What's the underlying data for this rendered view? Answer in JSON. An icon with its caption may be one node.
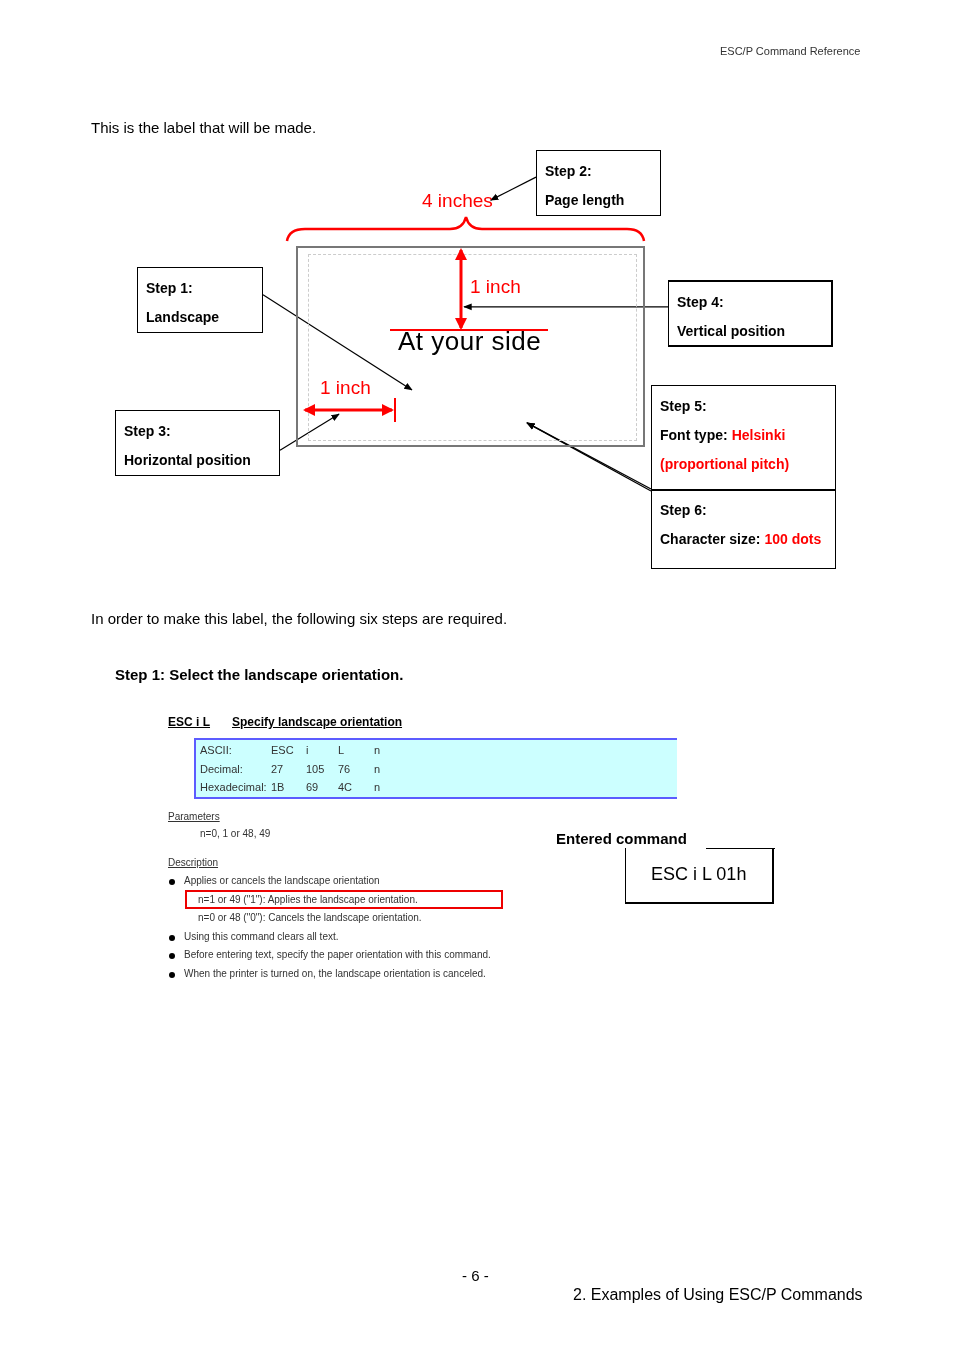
{
  "diagram": {
    "nodes": [
      {
        "text": [
          "At your side"
        ]
      },
      {
        "text": [
          "4 inches"
        ]
      },
      {
        "text": [
          "1 inch"
        ],
        "in": 0
      },
      {
        "text": [
          "1 inch"
        ],
        "in": 0
      },
      {
        "text": [
          "Step 1:",
          "Landscape"
        ]
      },
      {
        "text": [
          "Step 2:",
          "Page length"
        ]
      },
      {
        "text": [
          "Step 3:",
          "Horizontal position"
        ]
      },
      {
        "text": [
          "Step 4:",
          "Vertical position"
        ]
      },
      {
        "text": [
          "Step 5:",
          "Font type:",
          "Helsinki (proportional pitch)"
        ]
      },
      {
        "text": [
          "Step 6:",
          "Character size:",
          "100 dots"
        ]
      },
      {
        "text": [
          "Entered command",
          "ESC i L 01h"
        ]
      },
      {
        "text": [
          "n=1 or 49 (\"1\"): Applies the landscape orientation."
        ]
      }
    ],
    "edges": [
      {
        "from": 4,
        "to": 0,
        "arrow": "to"
      },
      {
        "from": 5,
        "to": 1,
        "arrow": "to"
      },
      {
        "from": 6,
        "to": 3,
        "arrow": "to"
      },
      {
        "from": 7,
        "to": 2,
        "arrow": "to"
      },
      {
        "from": 8,
        "to": 0,
        "arrow": "to"
      },
      {
        "from": 9,
        "to": 0,
        "arrow": "to"
      }
    ],
    "labels": [
      "ESC/P Command Reference",
      "This is the label that will be made.",
      "In order to make this label, the following six steps are required.",
      "Step 1: Select the landscape orientation.",
      "ESC i L",
      "Specify landscape orientation",
      "ASCII:",
      "ESC",
      "i",
      "L",
      "n",
      "Decimal:",
      "27",
      "105",
      "76",
      "n",
      "Hexadecimal:",
      "1B",
      "69",
      "4C",
      "n",
      "Parameters",
      "n=0, 1 or 48, 49",
      "Description",
      "Applies or cancels the landscape orientation",
      "n=0 or 48 (\"0\"): Cancels the landscape orientation.",
      "Using this command clears all text.",
      "Before entering text, specify the paper orientation with this command.",
      "When the printer is turned on, the landscape orientation is canceled.",
      "- 6 -",
      "2. Examples of Using ESC/P Commands"
    ]
  }
}
